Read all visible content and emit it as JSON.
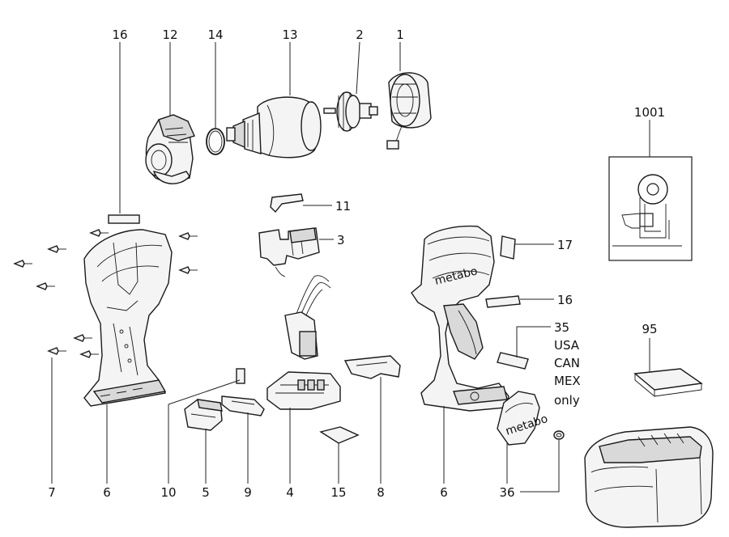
{
  "labels": {
    "l16a": "16",
    "l12": "12",
    "l14": "14",
    "l13": "13",
    "l2": "2",
    "l1": "1",
    "l1001": "1001",
    "l11": "11",
    "l3": "3",
    "l17": "17",
    "l16b": "16",
    "l35": "35",
    "note_usa": "USA",
    "note_can": "CAN",
    "note_mex": "MEX",
    "note_only": "only",
    "l95": "95",
    "l7": "7",
    "l6a": "6",
    "l10": "10",
    "l5": "5",
    "l9": "9",
    "l4": "4",
    "l15": "15",
    "l8": "8",
    "l6b": "6",
    "l36": "36"
  },
  "brand_mark": "metabo",
  "colors": {
    "ink": "#1a1a1a",
    "paper": "#ffffff",
    "fill": "#f4f4f4"
  }
}
